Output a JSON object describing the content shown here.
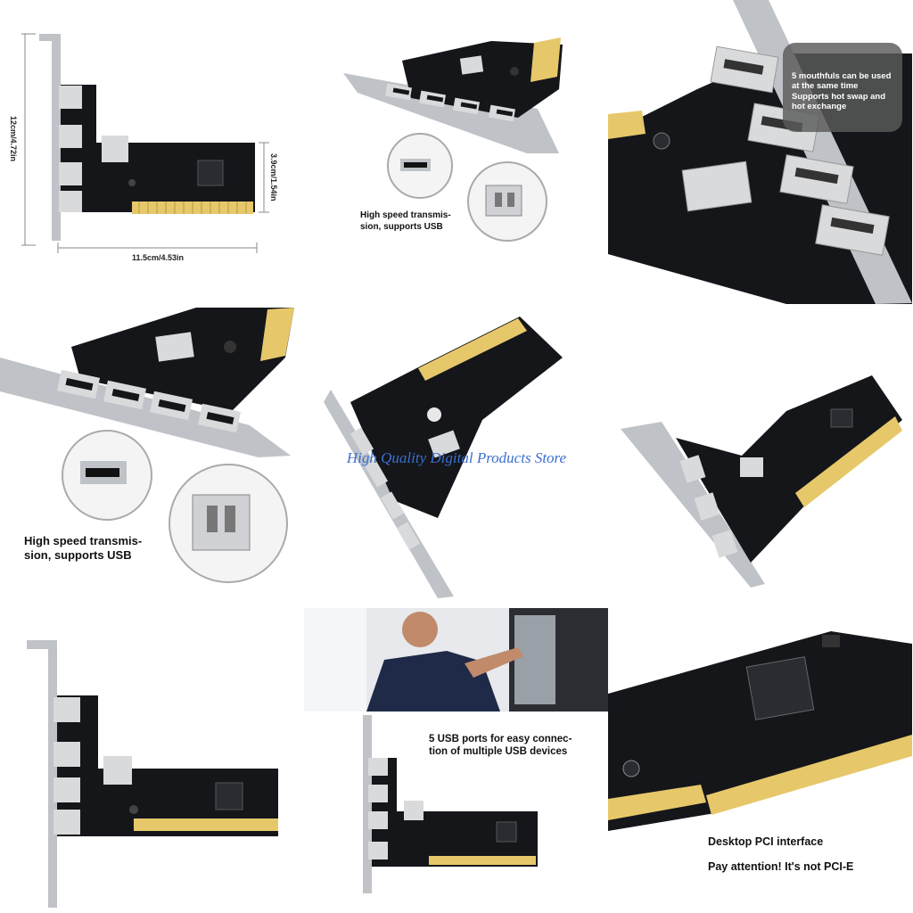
{
  "tiles": {
    "t1": {
      "height_label": "12cm/4.72in",
      "depth_label": "3.9cm/1.54in",
      "width_label": "11.5cm/4.53in"
    },
    "t2": {
      "caption_line1": "High speed transmis-",
      "caption_line2": "sion, supports USB"
    },
    "t3": {
      "bubble_line1": "5 mouthfuls can be used",
      "bubble_line2": "at the same time",
      "bubble_line3": "Supports hot swap and",
      "bubble_line4": "hot exchange"
    },
    "t4": {
      "caption_line1": "High speed transmis-",
      "caption_line2": "sion, supports USB"
    },
    "t8": {
      "caption_line1": "5 USB ports for easy connec-",
      "caption_line2": "tion of multiple USB devices"
    },
    "t9": {
      "caption_line1": "Desktop PCI interface",
      "caption_line2": "Pay attention! It's not PCI-E"
    }
  },
  "watermark": "High Quality Digital Products Store",
  "colors": {
    "pcb": "#15161a",
    "gold": "#e6c86a",
    "bracket": "#bfc2c7",
    "port": "#d9dadc",
    "chip": "#2a2c31",
    "watermark": "#3b6fd0"
  }
}
